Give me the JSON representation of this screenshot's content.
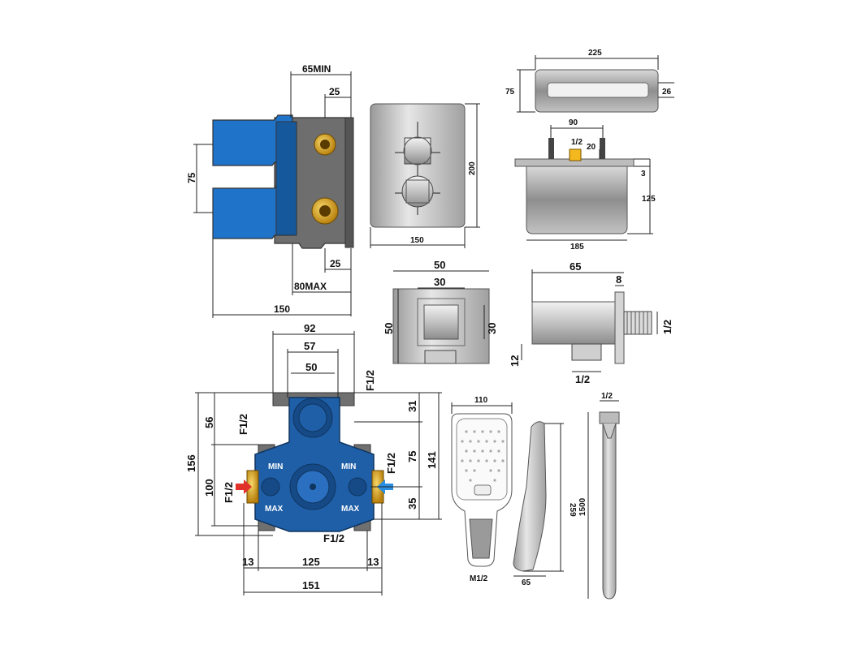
{
  "valve_side": {
    "dims": [
      "65MIN",
      "25",
      "75",
      "25",
      "80MAX",
      "150"
    ]
  },
  "plate": {
    "dims": [
      "200",
      "150"
    ]
  },
  "spout_top": {
    "dims": [
      "225",
      "75",
      "26"
    ]
  },
  "spout_front": {
    "dims": [
      "90",
      "1/2",
      "20",
      "3",
      "125",
      "185"
    ]
  },
  "elbow_front": {
    "dims": [
      "50",
      "30",
      "50",
      "30"
    ]
  },
  "elbow_side": {
    "dims": [
      "65",
      "8",
      "1/2",
      "12",
      "1/2"
    ]
  },
  "valve_body": {
    "top_dims": [
      "92",
      "57",
      "50"
    ],
    "port_labels": [
      "F1/2",
      "F1/2",
      "F1/2",
      "F1/2",
      "F1/2"
    ],
    "right_dims": [
      "31",
      "75",
      "141",
      "35"
    ],
    "left_dims": [
      "156",
      "56",
      "100"
    ],
    "bottom_dims": [
      "13",
      "125",
      "13",
      "151"
    ],
    "markings": [
      "MIN",
      "MIN",
      "MAX",
      "MAX"
    ],
    "colors": {
      "body": "#1f5fa8",
      "body_dark": "#164a86",
      "brass": "#e0a11a",
      "hot": "#e0312b",
      "cold": "#2a8fe0"
    }
  },
  "hand_shower": {
    "dims": [
      "110",
      "259",
      "65",
      "M1/2"
    ]
  },
  "hose": {
    "dims": [
      "1/2",
      "1500"
    ]
  },
  "colors": {
    "blue": "#1f73c9",
    "blue_dark": "#16589c",
    "grey_body": "#6f6f6f",
    "brass": "#d9a21b",
    "steel_light": "#e9e9e9",
    "steel_dark": "#8a8a8a"
  }
}
